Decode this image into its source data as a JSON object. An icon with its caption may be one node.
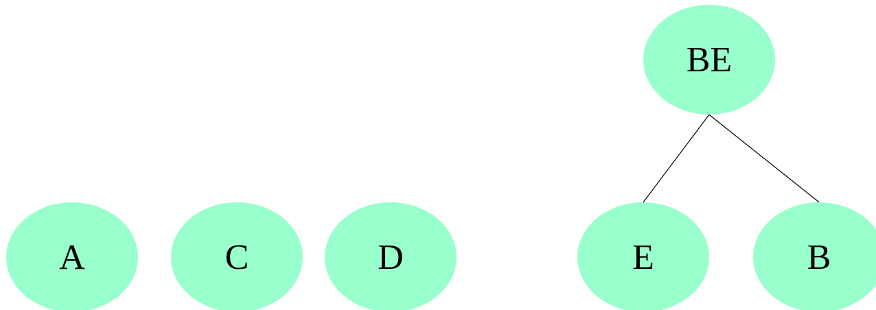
{
  "diagram": {
    "nodes": [
      {
        "text": [
          "BE"
        ]
      },
      {
        "text": [
          "A"
        ]
      },
      {
        "text": [
          "C"
        ]
      },
      {
        "text": [
          "D"
        ]
      },
      {
        "text": [
          "E"
        ]
      },
      {
        "text": [
          "B"
        ]
      }
    ],
    "edges": [
      {
        "from": 0,
        "to": 4,
        "arrow": "none"
      },
      {
        "from": 0,
        "to": 5,
        "arrow": "none"
      }
    ]
  }
}
